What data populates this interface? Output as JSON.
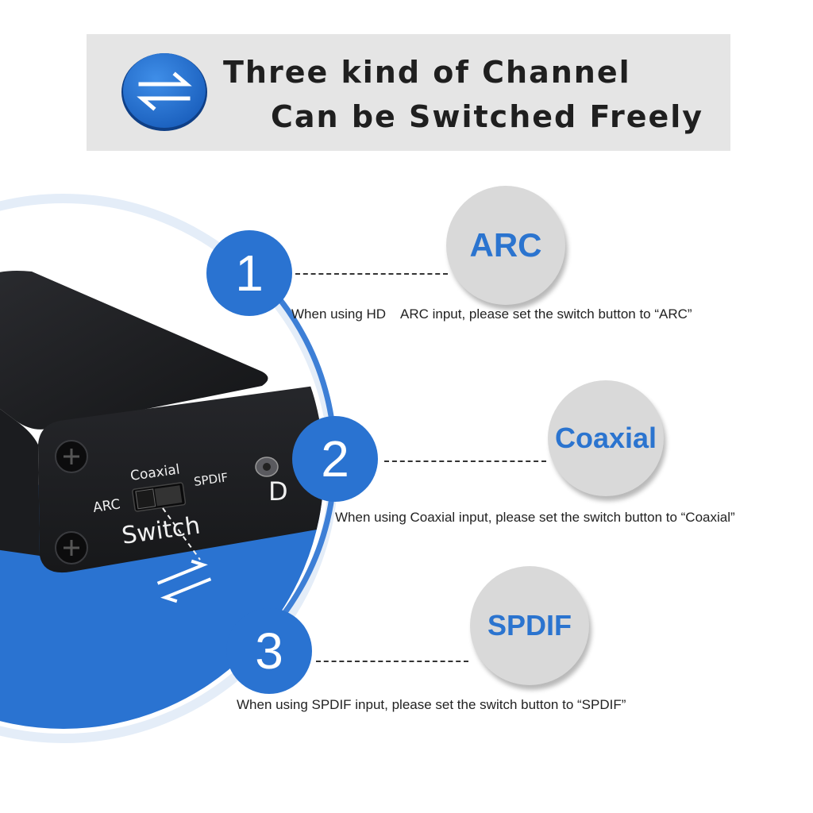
{
  "header": {
    "title_line1": "Three kind of Channel",
    "title_line2": "Can be Switched Freely",
    "icon": "switch-arrows-icon"
  },
  "device": {
    "switch_label": "Switch",
    "pos_arc": "ARC",
    "pos_coaxial": "Coaxial",
    "pos_spdif": "SPDIF",
    "partial_letter": "D"
  },
  "steps": [
    {
      "number": "1",
      "name": "ARC",
      "description": "When using HD    ARC input, please set the switch button to “ARC”"
    },
    {
      "number": "2",
      "name": "Coaxial",
      "description": "When using Coaxial input, please set the switch button to “Coaxial”"
    },
    {
      "number": "3",
      "name": "SPDIF",
      "description": "When using SPDIF input, please set the switch button to “SPDIF”"
    }
  ],
  "colors": {
    "accent_blue": "#2a73d1",
    "label_text_blue": "#2b74cf",
    "banner_gray": "#e5e5e5",
    "device_black": "#1e1f22"
  }
}
